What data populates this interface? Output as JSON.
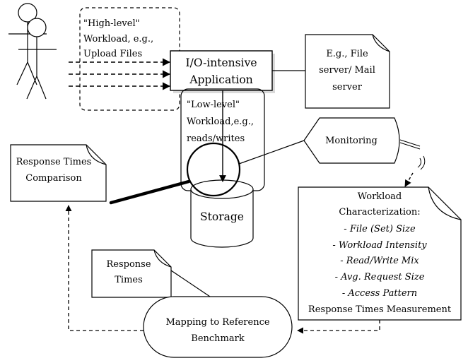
{
  "workload_box": {
    "lines": [
      "\"High-level\"",
      "Workload, e.g.,",
      "Upload Files"
    ]
  },
  "application_box": {
    "lines": [
      "I/O-intensive",
      "Application"
    ]
  },
  "example_note": {
    "lines": [
      "E.g., File",
      "server/ Mail",
      "server"
    ]
  },
  "low_level_box": {
    "lines": [
      "\"Low-level\"",
      "Workload,e.g.,",
      "reads/writes"
    ]
  },
  "monitoring": {
    "label": "Monitoring"
  },
  "storage": {
    "label": "Storage"
  },
  "comparison_note": {
    "lines": [
      "Response Times",
      "Comparison"
    ]
  },
  "characterization_note": {
    "title_lines": [
      "Workload",
      "Characterization:"
    ],
    "items": [
      "- File (Set) Size",
      "- Workload Intensity",
      "- Read/Write Mix",
      "- Avg. Request Size",
      "- Access Pattern"
    ],
    "footer": "Response Times Measurement"
  },
  "response_times_note": {
    "lines": [
      "Response",
      "Times"
    ]
  },
  "mapping": {
    "lines": [
      "Mapping to Reference",
      "Benchmark"
    ]
  },
  "colors": {
    "stroke": "#000000",
    "fill": "#ffffff",
    "shadow": "#d9d9d9"
  }
}
